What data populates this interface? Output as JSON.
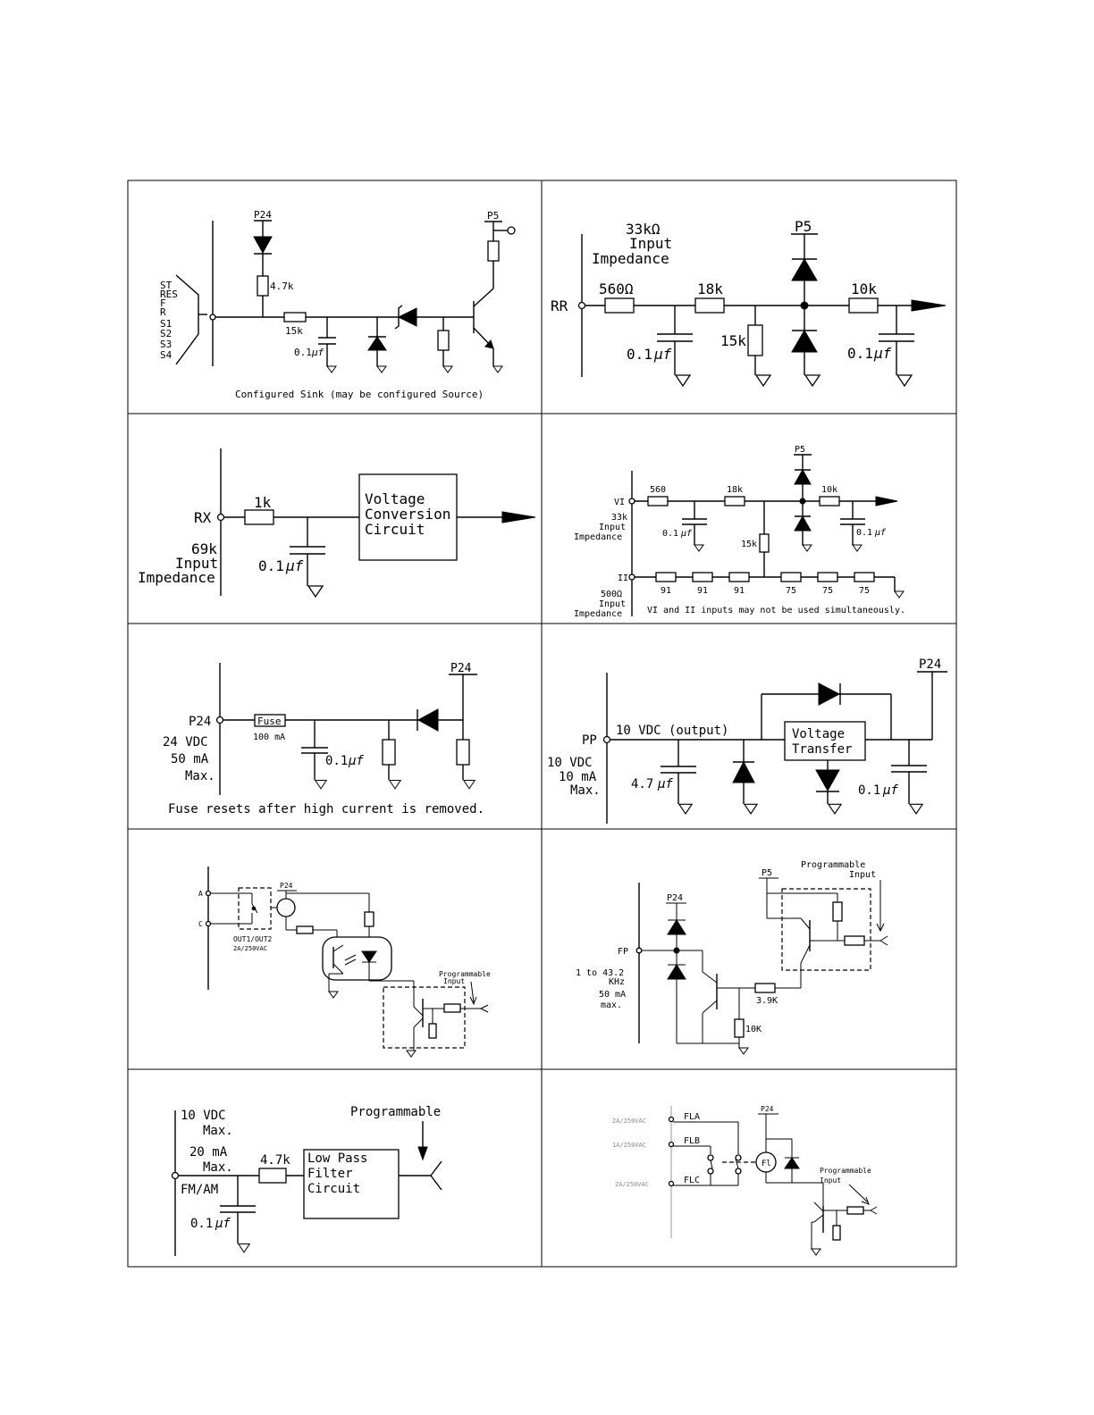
{
  "panels": {
    "p1": {
      "inputs": [
        "ST",
        "RES",
        "F",
        "R",
        "S1",
        "S2",
        "S3",
        "S4"
      ],
      "supply_top": "P24",
      "supply_right": "P5",
      "r_pullup": "4.7k",
      "r_series": "15k",
      "cap": "0.1",
      "cap_unit": "μf",
      "caption": "Configured Sink (may be configured Source)"
    },
    "p2": {
      "terminal": "RR",
      "imp1": "33kΩ",
      "imp2": "Input",
      "imp3": "Impedance",
      "r1": "560Ω",
      "r2": "18k",
      "r3": "15k",
      "r4": "10k",
      "supply": "P5",
      "cap1": "0.1",
      "cap2": "0.1",
      "cap_unit": "μf"
    },
    "p3": {
      "terminal": "RX",
      "r1": "1k",
      "box1": "Voltage",
      "box2": "Conversion",
      "box3": "Circuit",
      "imp1": "69k",
      "imp2": "Input",
      "imp3": "Impedance",
      "cap": "0.1",
      "cap_unit": "μf"
    },
    "p4": {
      "supply": "P5",
      "vi": "VI",
      "vi_imp1": "33k",
      "vi_imp2": "Input",
      "vi_imp3": "Impedance",
      "r560": "560",
      "r18k": "18k",
      "r10k": "10k",
      "r15k": "15k",
      "cap1": "0.1",
      "cap2": "0.1",
      "cap_unit": "μf",
      "ii": "II",
      "ii_imp1": "500Ω",
      "ii_imp2": "Input",
      "ii_imp3": "Impedance",
      "chain": [
        "91",
        "91",
        "91",
        "75",
        "75",
        "75"
      ],
      "note": "VI and II inputs may not be used simultaneously."
    },
    "p5": {
      "supply": "P24",
      "terminal": "P24",
      "fuse": "Fuse",
      "fuse_rating": "100 mA",
      "spec1": "24 VDC",
      "spec2": "50 mA",
      "spec3": "Max.",
      "cap": "0.1",
      "cap_unit": "μf",
      "caption": "Fuse resets after high current is removed."
    },
    "p6": {
      "supply": "P24",
      "terminal": "PP",
      "output": "10 VDC (output)",
      "box1": "Voltage",
      "box2": "Transfer",
      "spec1": "10 VDC",
      "spec2": "10 mA",
      "spec3": "Max.",
      "cap1": "4.7",
      "cap2": "0.1",
      "cap_unit": "μf"
    },
    "p7": {
      "a": "A",
      "c": "C",
      "supply": "P24",
      "relay1": "OUT1/OUT2",
      "relay2": "2A/250VAC",
      "prog1": "Programmable",
      "prog2": "Input"
    },
    "p8": {
      "supply1": "P24",
      "supply2": "P5",
      "terminal": "FP",
      "prog1": "Programmable",
      "prog2": "Input",
      "spec1": "1 to 43.2",
      "spec2": "KHz",
      "spec3": "50 mA",
      "spec4": "max.",
      "r1": "3.9K",
      "r2": "10K"
    },
    "p9": {
      "spec1": "10 VDC",
      "spec2": "Max.",
      "spec3": "20 mA",
      "spec4": "Max.",
      "terminal": "FM/AM",
      "r1": "4.7k",
      "box1": "Low Pass",
      "box2": "Filter",
      "box3": "Circuit",
      "prog": "Programmable",
      "cap": "0.1",
      "cap_unit": "μf"
    },
    "p10": {
      "fla": "FLA",
      "flb": "FLB",
      "flc": "FLC",
      "rating": "2A/250VAC",
      "rating_b": "1A/250VAC",
      "supply": "P24",
      "coil": "Fl",
      "prog1": "Programmable",
      "prog2": "Input"
    }
  }
}
